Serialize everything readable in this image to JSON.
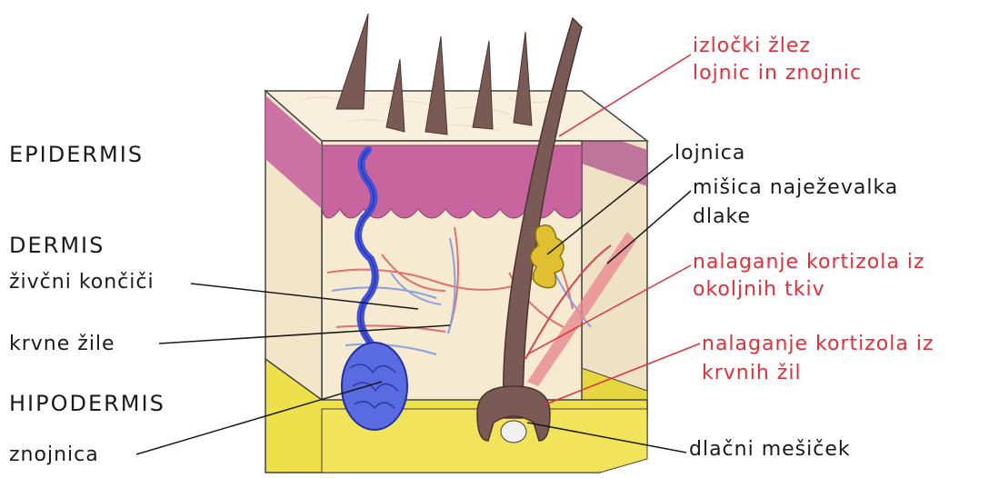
{
  "layers": {
    "epidermis": "EPIDERMIS",
    "dermis": "DERMIS",
    "hipodermis": "HIPODERMIS"
  },
  "left_labels": {
    "zivcni": "živčni končiči",
    "krvne": "krvne žile",
    "znojnica": "znojnica"
  },
  "right_labels": {
    "izlocki_1": "izločki žlez",
    "izlocki_2": "lojnic in znojnic",
    "lojnica": "lojnica",
    "misica_1": "mišica naježevalka",
    "misica_2": "dlake",
    "kort_tkiv_1": "nalaganje kortizola iz",
    "kort_tkiv_2": "okoljnih tkiv",
    "kort_zil_1": "nalaganje kortizola iz",
    "kort_zil_2": "krvnih žil",
    "mesicek": "dlačni mešiček"
  },
  "colors": {
    "epidermis": "#c8649e",
    "dermis": "#f6ead0",
    "hipodermis": "#eee04a",
    "nerve": "#4050d8",
    "hair": "#7a5a55",
    "gland": "#e0c030",
    "red_label": "#e0303a",
    "vessel_red": "#e07070",
    "vessel_blue": "#8aa0e0"
  }
}
